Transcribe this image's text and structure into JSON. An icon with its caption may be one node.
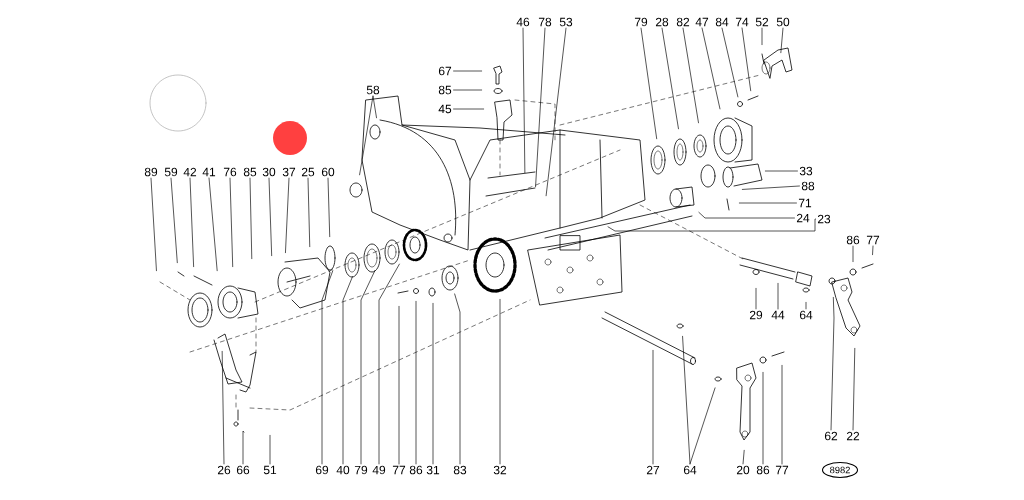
{
  "diagram": {
    "nodes": [
      {
        "text": [
          "46"
        ]
      },
      {
        "text": [
          "78"
        ]
      },
      {
        "text": [
          "53"
        ]
      },
      {
        "text": [
          "79"
        ]
      },
      {
        "text": [
          "28"
        ]
      },
      {
        "text": [
          "82"
        ]
      },
      {
        "text": [
          "47"
        ]
      },
      {
        "text": [
          "84"
        ]
      },
      {
        "text": [
          "74"
        ]
      },
      {
        "text": [
          "52"
        ]
      },
      {
        "text": [
          "50"
        ]
      },
      {
        "text": [
          "67"
        ]
      },
      {
        "text": [
          "85"
        ]
      },
      {
        "text": [
          "45"
        ]
      },
      {
        "text": [
          "58"
        ]
      },
      {
        "text": [
          "89"
        ]
      },
      {
        "text": [
          "59"
        ]
      },
      {
        "text": [
          "42"
        ]
      },
      {
        "text": [
          "41"
        ]
      },
      {
        "text": [
          "76"
        ]
      },
      {
        "text": [
          "85"
        ]
      },
      {
        "text": [
          "30"
        ]
      },
      {
        "text": [
          "37"
        ]
      },
      {
        "text": [
          "25"
        ]
      },
      {
        "text": [
          "60"
        ]
      },
      {
        "text": [
          "33"
        ]
      },
      {
        "text": [
          "88"
        ]
      },
      {
        "text": [
          "71"
        ]
      },
      {
        "text": [
          "24"
        ]
      },
      {
        "text": [
          "23"
        ]
      },
      {
        "text": [
          "86"
        ]
      },
      {
        "text": [
          "77"
        ]
      },
      {
        "text": [
          "29"
        ]
      },
      {
        "text": [
          "44"
        ]
      },
      {
        "text": [
          "64"
        ]
      },
      {
        "text": [
          "26"
        ]
      },
      {
        "text": [
          "66"
        ]
      },
      {
        "text": [
          "51"
        ]
      },
      {
        "text": [
          "69"
        ]
      },
      {
        "text": [
          "40"
        ]
      },
      {
        "text": [
          "79"
        ]
      },
      {
        "text": [
          "49"
        ]
      },
      {
        "text": [
          "77"
        ]
      },
      {
        "text": [
          "86"
        ]
      },
      {
        "text": [
          "31"
        ]
      },
      {
        "text": [
          "83"
        ]
      },
      {
        "text": [
          "32"
        ]
      },
      {
        "text": [
          "27"
        ]
      },
      {
        "text": [
          "64"
        ]
      },
      {
        "text": [
          "20"
        ]
      },
      {
        "text": [
          "86"
        ]
      },
      {
        "text": [
          "77"
        ]
      },
      {
        "text": [
          "62"
        ]
      },
      {
        "text": [
          "22"
        ]
      },
      {
        "text": [
          "8982"
        ]
      }
    ],
    "edges": [
      {
        "from": 0,
        "to": null,
        "arrow": "none"
      },
      {
        "from": 1,
        "to": null,
        "arrow": "none"
      },
      {
        "from": 2,
        "to": null,
        "arrow": "none"
      },
      {
        "from": 3,
        "to": null,
        "arrow": "none"
      },
      {
        "from": 4,
        "to": null,
        "arrow": "none"
      },
      {
        "from": 5,
        "to": null,
        "arrow": "none"
      },
      {
        "from": 6,
        "to": null,
        "arrow": "none"
      },
      {
        "from": 7,
        "to": null,
        "arrow": "none"
      },
      {
        "from": 8,
        "to": null,
        "arrow": "none"
      },
      {
        "from": 9,
        "to": null,
        "arrow": "none"
      },
      {
        "from": 10,
        "to": null,
        "arrow": "none"
      },
      {
        "from": 11,
        "to": null,
        "arrow": "none"
      },
      {
        "from": 12,
        "to": null,
        "arrow": "none"
      },
      {
        "from": 13,
        "to": null,
        "arrow": "none"
      },
      {
        "from": 14,
        "to": null,
        "arrow": "none"
      },
      {
        "from": 14,
        "to": null,
        "arrow": "none"
      },
      {
        "from": 15,
        "to": null,
        "arrow": "none"
      },
      {
        "from": 16,
        "to": null,
        "arrow": "none"
      },
      {
        "from": 17,
        "to": null,
        "arrow": "none"
      },
      {
        "from": 18,
        "to": null,
        "arrow": "none"
      },
      {
        "from": 19,
        "to": null,
        "arrow": "none"
      },
      {
        "from": 20,
        "to": null,
        "arrow": "none"
      },
      {
        "from": 21,
        "to": null,
        "arrow": "none"
      },
      {
        "from": 22,
        "to": null,
        "arrow": "none"
      },
      {
        "from": 23,
        "to": null,
        "arrow": "none"
      },
      {
        "from": 24,
        "to": null,
        "arrow": "none"
      },
      {
        "from": 25,
        "to": null,
        "arrow": "none"
      },
      {
        "from": 26,
        "to": null,
        "arrow": "none"
      },
      {
        "from": 27,
        "to": null,
        "arrow": "none"
      },
      {
        "from": 28,
        "to": null,
        "arrow": "none"
      },
      {
        "from": 29,
        "to": null,
        "arrow": "none"
      },
      {
        "from": 30,
        "to": null,
        "arrow": "none"
      },
      {
        "from": 31,
        "to": null,
        "arrow": "none"
      },
      {
        "from": 32,
        "to": null,
        "arrow": "none"
      },
      {
        "from": 33,
        "to": null,
        "arrow": "none"
      },
      {
        "from": 34,
        "to": null,
        "arrow": "none"
      },
      {
        "from": 35,
        "to": null,
        "arrow": "none"
      },
      {
        "from": 36,
        "to": null,
        "arrow": "none"
      },
      {
        "from": 37,
        "to": null,
        "arrow": "none"
      },
      {
        "from": 38,
        "to": null,
        "arrow": "none"
      },
      {
        "from": 39,
        "to": null,
        "arrow": "none"
      },
      {
        "from": 40,
        "to": null,
        "arrow": "none"
      },
      {
        "from": 41,
        "to": null,
        "arrow": "none"
      },
      {
        "from": 42,
        "to": null,
        "arrow": "none"
      },
      {
        "from": 43,
        "to": null,
        "arrow": "none"
      },
      {
        "from": 44,
        "to": null,
        "arrow": "none"
      },
      {
        "from": 45,
        "to": null,
        "arrow": "none"
      },
      {
        "from": 46,
        "to": null,
        "arrow": "none"
      },
      {
        "from": 47,
        "to": null,
        "arrow": "none"
      },
      {
        "from": 48,
        "to": null,
        "arrow": "none"
      },
      {
        "from": 48,
        "to": null,
        "arrow": "none"
      },
      {
        "from": 49,
        "to": null,
        "arrow": "none"
      },
      {
        "from": 50,
        "to": null,
        "arrow": "none"
      },
      {
        "from": 51,
        "to": null,
        "arrow": "none"
      },
      {
        "from": 52,
        "to": null,
        "arrow": "none"
      },
      {
        "from": 53,
        "to": null,
        "arrow": "none"
      }
    ]
  }
}
